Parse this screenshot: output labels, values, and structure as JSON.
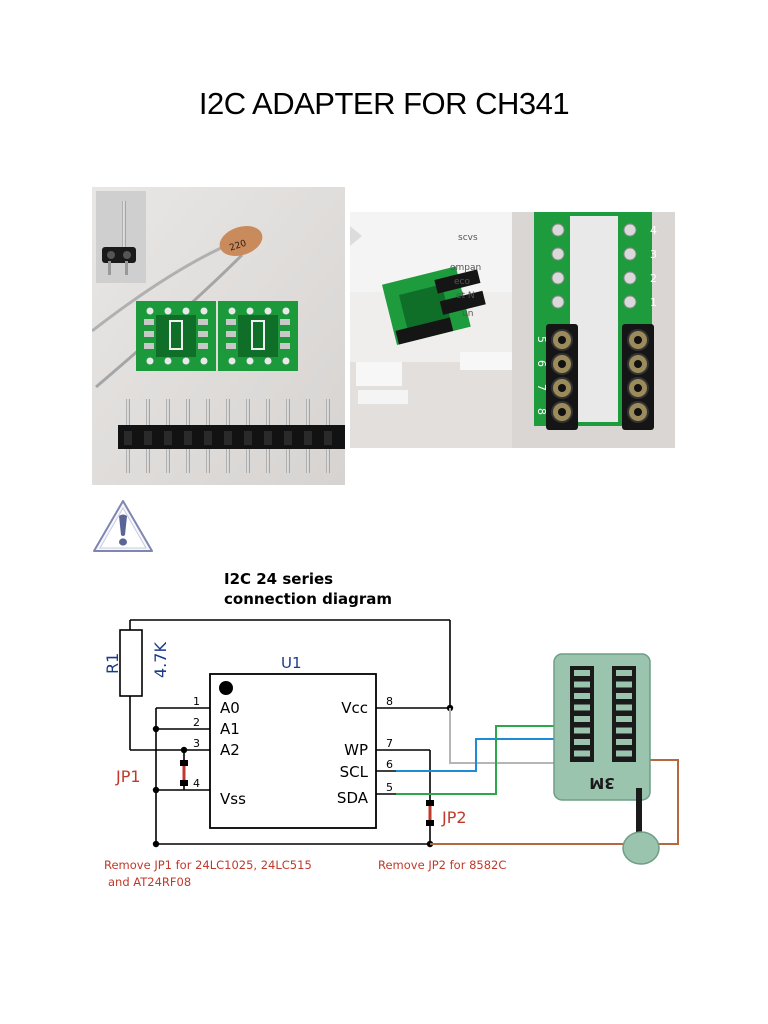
{
  "page": {
    "title": "I2C ADAPTER FOR CH341"
  },
  "photos": {
    "capacitor_marking": "220",
    "board_pin_numbers": [
      "8",
      "7",
      "6",
      "5",
      "1",
      "2",
      "3",
      "4"
    ],
    "socket_pin_numbers": [
      "5",
      "6",
      "7",
      "8"
    ],
    "socket_board_pin_numbers": [
      "4",
      "3",
      "2",
      "1"
    ]
  },
  "icons": {
    "warning": "warning-triangle-icon"
  },
  "schematic": {
    "caption_line1": "I2C 24 series",
    "caption_line2": "connection diagram",
    "resistor_ref": "R1",
    "resistor_value": "4.7K",
    "chip_ref": "U1",
    "pins_left": [
      {
        "num": "1",
        "name": "A0"
      },
      {
        "num": "2",
        "name": "A1"
      },
      {
        "num": "3",
        "name": "A2"
      },
      {
        "num": "4",
        "name": "Vss"
      }
    ],
    "pins_right": [
      {
        "num": "8",
        "name": "Vcc"
      },
      {
        "num": "7",
        "name": "WP"
      },
      {
        "num": "6",
        "name": "SCL"
      },
      {
        "num": "5",
        "name": "SDA"
      }
    ],
    "jumper1": "JP1",
    "jumper2": "JP2",
    "socket_label": "3M",
    "note_jp1_line1": "Remove JP1 for 24LC1025, 24LC515",
    "note_jp1_line2": "and AT24RF08",
    "note_jp2": "Remove JP2 for 8582C",
    "colors": {
      "wire": "#000000",
      "jumper": "#c0392b",
      "note_text": "#c0392b",
      "wire_green": "#2aa84a",
      "wire_blue": "#1f8ad8",
      "wire_grey": "#b5b5b5",
      "wire_brown": "#b5683f",
      "socket_body": "#9ac4ae",
      "resistor_label": "#1a3a8a"
    }
  }
}
